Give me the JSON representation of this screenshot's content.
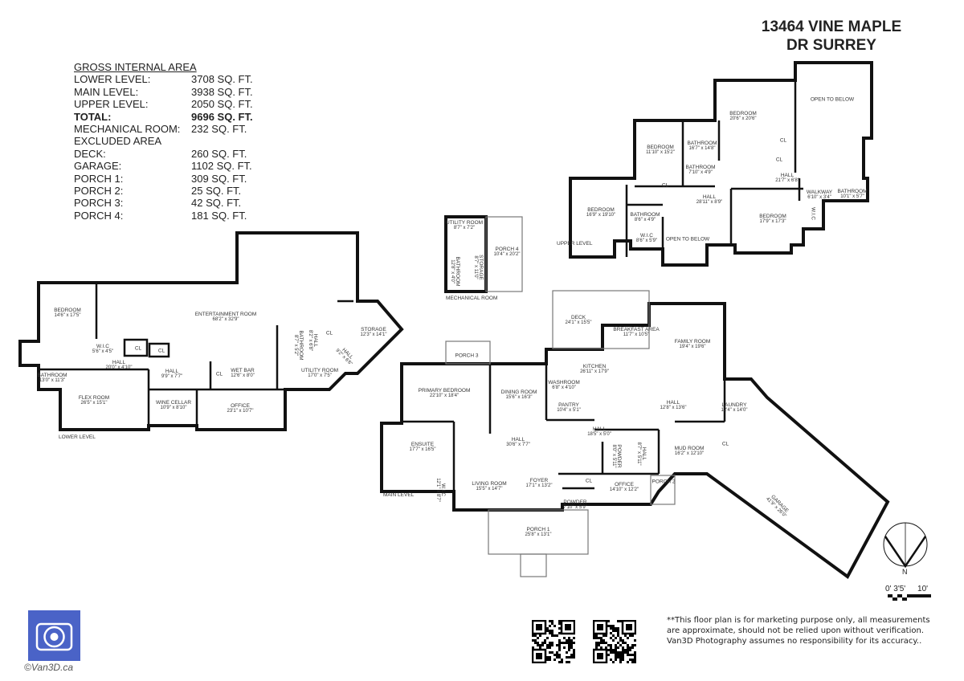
{
  "title": {
    "line1": "13464 VINE MAPLE",
    "line2": "DR SURREY"
  },
  "area_summary": {
    "heading": "GROSS INTERNAL AREA",
    "rows": [
      {
        "label": "LOWER LEVEL:",
        "value": "3708 SQ. FT."
      },
      {
        "label": "MAIN LEVEL:",
        "value": "3938 SQ. FT."
      },
      {
        "label": "UPPER LEVEL:",
        "value": "2050 SQ. FT."
      },
      {
        "label": "TOTAL:",
        "value": "9696 SQ. FT."
      },
      {
        "label": "MECHANICAL ROOM:",
        "value": "232 SQ. FT."
      },
      {
        "label": "EXCLUDED AREA",
        "value": ""
      },
      {
        "label": "DECK:",
        "value": "260 SQ. FT."
      },
      {
        "label": "GARAGE:",
        "value": "1102 SQ. FT."
      },
      {
        "label": "PORCH 1:",
        "value": "309 SQ. FT."
      },
      {
        "label": "PORCH 2:",
        "value": "25 SQ. FT."
      },
      {
        "label": "PORCH 3:",
        "value": "42 SQ. FT."
      },
      {
        "label": "PORCH 4:",
        "value": "181 SQ. FT."
      }
    ]
  },
  "levels": {
    "upper": {
      "label": "UPPER LEVEL",
      "rooms": [
        {
          "name": "OPEN TO BELOW",
          "dims": ""
        },
        {
          "name": "BEDROOM",
          "dims": "20'6\" x 20'6\""
        },
        {
          "name": "BEDROOM",
          "dims": "11'10\" x 15'2\""
        },
        {
          "name": "BATHROOM",
          "dims": "16'7\" x 14'8\""
        },
        {
          "name": "BATHROOM",
          "dims": "7'10\" x 4'9\""
        },
        {
          "name": "CL",
          "dims": ""
        },
        {
          "name": "CL",
          "dims": ""
        },
        {
          "name": "CL",
          "dims": ""
        },
        {
          "name": "HALL",
          "dims": "21'7\" x 6'8\""
        },
        {
          "name": "HALL",
          "dims": "28'11\" x 8'9\""
        },
        {
          "name": "WALKWAY",
          "dims": "6'10\" x 3'4\""
        },
        {
          "name": "BATHROOM",
          "dims": "10'1\" x 5'7\""
        },
        {
          "name": "BEDROOM",
          "dims": "16'9\" x 19'10\""
        },
        {
          "name": "BATHROOM",
          "dims": "8'6\" x 4'9\""
        },
        {
          "name": "W.I.C",
          "dims": "8'6\" x 5'9\""
        },
        {
          "name": "OPEN TO BELOW",
          "dims": ""
        },
        {
          "name": "BEDROOM",
          "dims": "17'9\" x 17'3\""
        },
        {
          "name": "W.I.C",
          "dims": ""
        }
      ]
    },
    "mechanical": {
      "label": "MECHANICAL ROOM",
      "rooms": [
        {
          "name": "UTILITY ROOM",
          "dims": "8'7\" x 7'2\""
        },
        {
          "name": "PORCH 4",
          "dims": "10'4\" x 20'2\""
        },
        {
          "name": "BATHROOM",
          "dims": "12'8\" x 4'0\""
        },
        {
          "name": "STORAGE",
          "dims": "8'7\" x 11'0\""
        }
      ]
    },
    "lower": {
      "label": "LOWER LEVEL",
      "rooms": [
        {
          "name": "BEDROOM",
          "dims": "14'6\" x 17'5\""
        },
        {
          "name": "ENTERTAINMENT ROOM",
          "dims": "68'2\" x 32'9\""
        },
        {
          "name": "W.I.C",
          "dims": "5'6\" x 4'5\""
        },
        {
          "name": "CL",
          "dims": ""
        },
        {
          "name": "CL",
          "dims": ""
        },
        {
          "name": "HALL",
          "dims": "20'0\" x 4'10\""
        },
        {
          "name": "BATHROOM",
          "dims": "13'0\" x 11'3\""
        },
        {
          "name": "HALL",
          "dims": "9'9\" x 7'7\""
        },
        {
          "name": "CL",
          "dims": ""
        },
        {
          "name": "WET BAR",
          "dims": "12'6\" x 8'0\""
        },
        {
          "name": "BATHROOM",
          "dims": "8'7\" x 5'2\""
        },
        {
          "name": "HALL",
          "dims": "8'2\" x 6'8\""
        },
        {
          "name": "CL",
          "dims": ""
        },
        {
          "name": "STORAGE",
          "dims": "12'3\" x 14'1\""
        },
        {
          "name": "HALL",
          "dims": "9'2\" x 6'6\""
        },
        {
          "name": "UTILITY ROOM",
          "dims": "17'0\" x 7'5\""
        },
        {
          "name": "FLEX ROOM",
          "dims": "26'5\" x 15'1\""
        },
        {
          "name": "WINE CELLAR",
          "dims": "10'9\" x 8'10\""
        },
        {
          "name": "OFFICE",
          "dims": "23'1\" x 10'7\""
        }
      ]
    },
    "main": {
      "label": "MAIN LEVEL",
      "rooms": [
        {
          "name": "DECK",
          "dims": "24'1\" x 15'5\""
        },
        {
          "name": "BREAKFAST AREA",
          "dims": "11'7\" x 10'5\""
        },
        {
          "name": "FAMILY ROOM",
          "dims": "19'4\" x 19'6\""
        },
        {
          "name": "PORCH 3",
          "dims": ""
        },
        {
          "name": "KITCHEN",
          "dims": "26'11\" x 17'9\""
        },
        {
          "name": "PRIMARY BEDROOM",
          "dims": "22'10\" x 18'4\""
        },
        {
          "name": "DINING ROOM",
          "dims": "15'6\" x 16'3\""
        },
        {
          "name": "WASHROOM",
          "dims": "6'8\" x 4'10\""
        },
        {
          "name": "PANTRY",
          "dims": "10'4\" x 5'1\""
        },
        {
          "name": "HALL",
          "dims": "12'8\" x 13'6\""
        },
        {
          "name": "LAUNDRY",
          "dims": "12'4\" x 14'0\""
        },
        {
          "name": "HALL",
          "dims": "18'5\" x 5'0\""
        },
        {
          "name": "ENSUITE",
          "dims": "17'7\" x 16'5\""
        },
        {
          "name": "HALL",
          "dims": "30'6\" x 7'7\""
        },
        {
          "name": "POWDER",
          "dims": "8'0\" x 5'11\""
        },
        {
          "name": "HALL",
          "dims": "8'7\" x 5'11\""
        },
        {
          "name": "MUD ROOM",
          "dims": "16'2\" x 12'10\""
        },
        {
          "name": "CL",
          "dims": ""
        },
        {
          "name": "W.I.C",
          "dims": "12'1\" x 8'7\""
        },
        {
          "name": "LIVING ROOM",
          "dims": "15'5\" x 14'7\""
        },
        {
          "name": "FOYER",
          "dims": "17'1\" x 13'2\""
        },
        {
          "name": "CL",
          "dims": ""
        },
        {
          "name": "OFFICE",
          "dims": "14'10\" x 12'2\""
        },
        {
          "name": "PORCH 2",
          "dims": ""
        },
        {
          "name": "POWDER",
          "dims": "7'10\" x 5'9\""
        },
        {
          "name": "GARAGE",
          "dims": "41'9\" x 26'0\""
        },
        {
          "name": "PORCH 1",
          "dims": "25'8\" x 13'1\""
        }
      ]
    }
  },
  "compass": {
    "label": "N"
  },
  "scale_bar": {
    "ticks": [
      "0'",
      "3'",
      "5'",
      "10'"
    ]
  },
  "disclaimer": "**This floor plan is for marketing purpose only, all measurements are approximate, should not be relied upon without verification. Van3D Photography assumes no responsibility for its accuracy..",
  "copyright": "©Van3D.ca",
  "brand": {
    "name": "Van3D",
    "color": "#4a63c7"
  },
  "colors": {
    "wall": "#111111",
    "window": "#999999"
  }
}
